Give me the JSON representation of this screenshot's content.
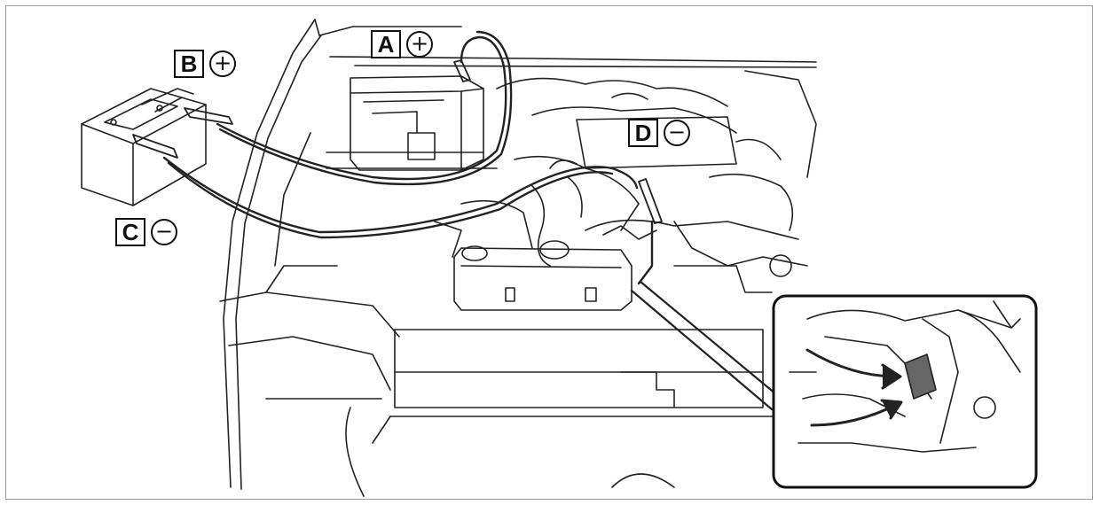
{
  "labels": {
    "a": {
      "letter": "A",
      "sign": "+"
    },
    "b": {
      "letter": "B",
      "sign": "+"
    },
    "c": {
      "letter": "C",
      "sign": "−"
    },
    "d": {
      "letter": "D",
      "sign": "−"
    }
  },
  "colors": {
    "line": "#222222",
    "frame": "#9a9a9a",
    "background": "#ffffff"
  },
  "icons": {
    "positive": "plus-circle-icon",
    "negative": "minus-circle-icon"
  }
}
